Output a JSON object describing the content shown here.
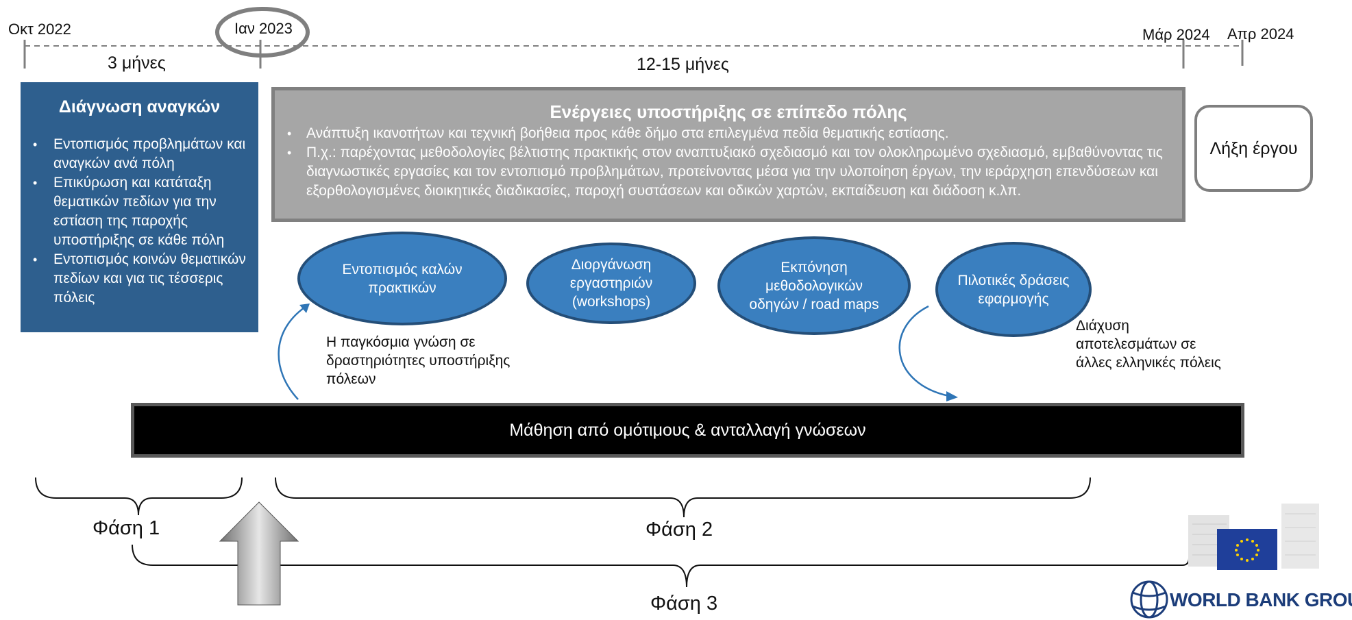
{
  "timeline": {
    "dates": {
      "oct_2022": "Οκτ 2022",
      "jan_2023": "Ιαν 2023",
      "mar_2024": "Μάρ 2024",
      "apr_2024": "Απρ 2024"
    },
    "durations": {
      "phase1": "3 μήνες",
      "phase2": "12-15 μήνες"
    }
  },
  "diagnosis": {
    "title": "Διάγνωση αναγκών",
    "items": [
      "Εντοπισμός προβλημάτων και αναγκών ανά πόλη",
      "Επικύρωση και κατάταξη θεματικών πεδίων για την εστίαση της παροχής υποστήριξης σε κάθε πόλη",
      "Εντοπισμός κοινών θεματικών πεδίων και για τις τέσσερις πόλεις"
    ]
  },
  "support": {
    "title": "Ενέργειες υποστήριξης σε επίπεδο πόλης",
    "items": [
      "Ανάπτυξη ικανοτήτων και τεχνική βοήθεια προς κάθε δήμο στα επιλεγμένα πεδία θεματικής εστίασης.",
      "Π.χ.: παρέχοντας μεθοδολογίες βέλτιστης πρακτικής στον αναπτυξιακό σχεδιασμό και τον ολοκληρωμένο σχεδιασμό, εμβαθύνοντας τις διαγνωστικές εργασίες και τον εντοπισμό προβλημάτων, προτείνοντας μέσα για την υλοποίηση έργων, την ιεράρχηση επενδύσεων και εξορθολογισμένες διοικητικές διαδικασίες, παροχή συστάσεων και οδικών χαρτών, εκπαίδευση και διάδοση κ.λπ."
    ]
  },
  "project_end": "Λήξη έργου",
  "activities": [
    "Εντοπισμός καλών πρακτικών",
    "Διοργάνωση εργαστηριών (workshops)",
    "Εκπόνηση μεθοδολογικών οδηγών / road maps",
    "Πιλοτικές δράσεις εφαρμογής"
  ],
  "notes": {
    "global_knowledge": "Η παγκόσμια γνώση σε δραστηριότητες υποστήριξης πόλεων",
    "dissemination": "Διάχυση αποτελεσμάτων σε άλλες ελληνικές πόλεις"
  },
  "peer_learning": "Μάθηση από ομότιμους & ανταλλαγή γνώσεων",
  "phases": {
    "phase1": "Φάση 1",
    "phase2": "Φάση 2",
    "phase3": "Φάση 3"
  },
  "logos": {
    "world_bank": "WORLD BANK GROUP"
  },
  "colors": {
    "blue_box": "#2e5f8e",
    "oval": "#3a7fbf",
    "gray_box": "#a6a6a6",
    "bar": "#000000",
    "arrow": "#2e75b6"
  }
}
